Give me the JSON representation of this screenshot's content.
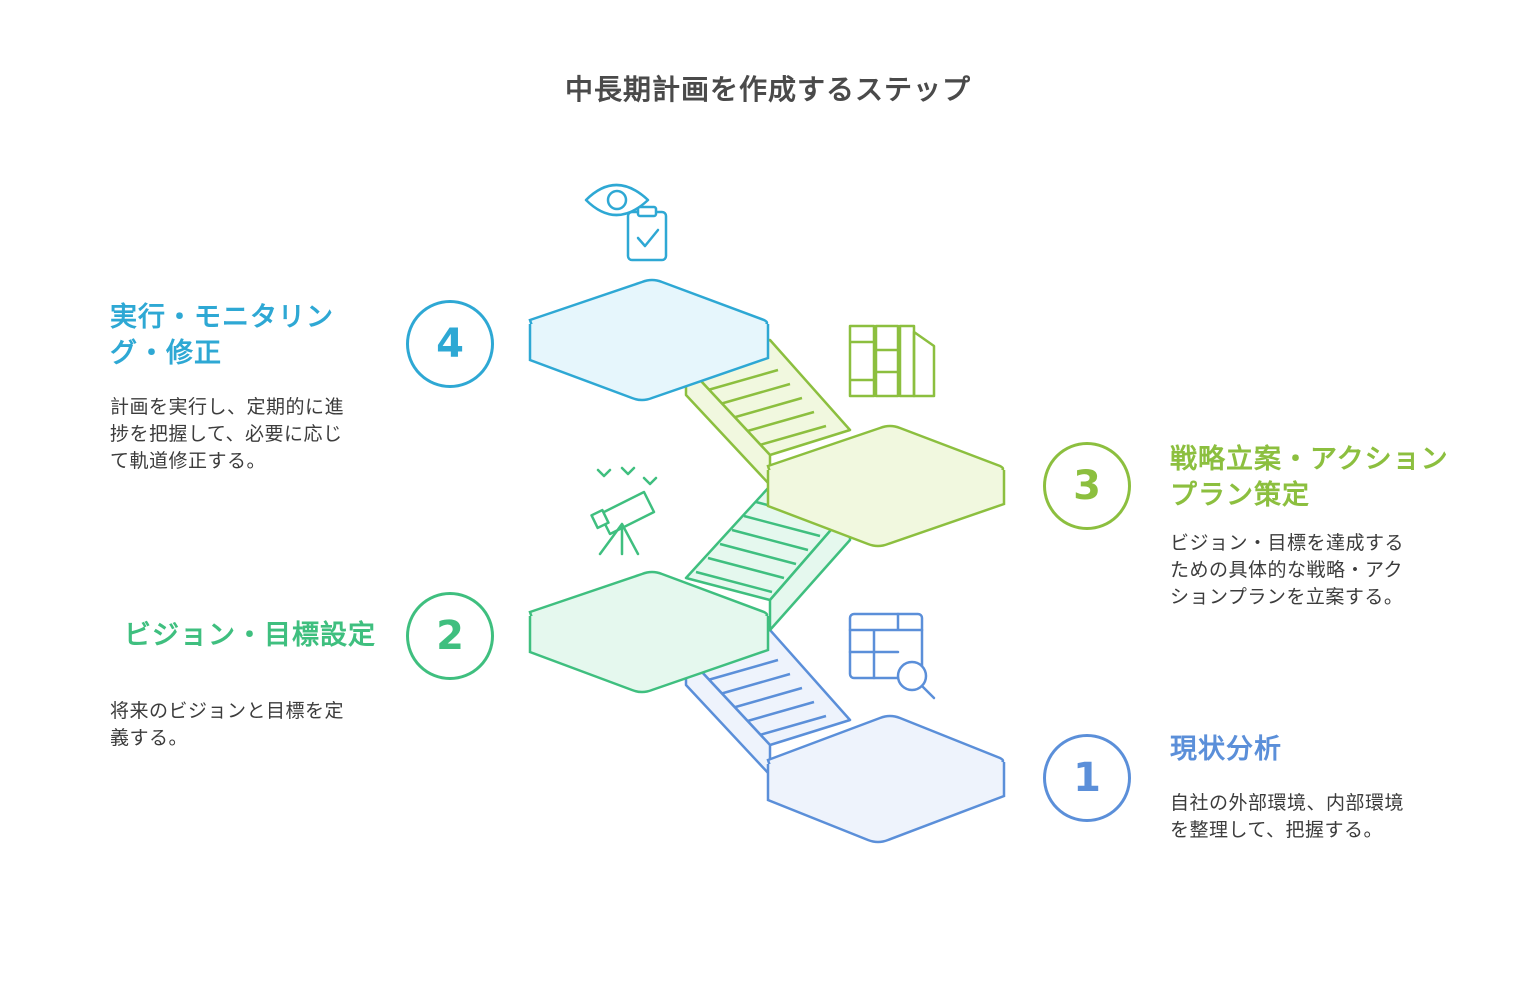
{
  "title": "中長期計画を作成するステップ",
  "colors": {
    "step1": "#5b8fd9",
    "step2": "#3fbf7f",
    "step3": "#8cbf3f",
    "step4": "#2ea8d4"
  },
  "steps": [
    {
      "number": "1",
      "title": "現状分析",
      "description": "自社の外部環境、内部環境を整理して、把握する。",
      "icon": "table-magnifier-icon"
    },
    {
      "number": "2",
      "title": "ビジョン・目標設定",
      "description": "将来のビジョンと目標を定義する。",
      "icon": "telescope-icon"
    },
    {
      "number": "3",
      "title": "戦略立案・アクションプラン策定",
      "description": "ビジョン・目標を達成するための具体的な戦略・アクションプランを立案する。",
      "icon": "books-icon"
    },
    {
      "number": "4",
      "title": "実行・モニタリング・修正",
      "description": "計画を実行し、定期的に進捗を把握して、必要に応じて軌道修正する。",
      "icon": "eye-clipboard-icon"
    }
  ]
}
